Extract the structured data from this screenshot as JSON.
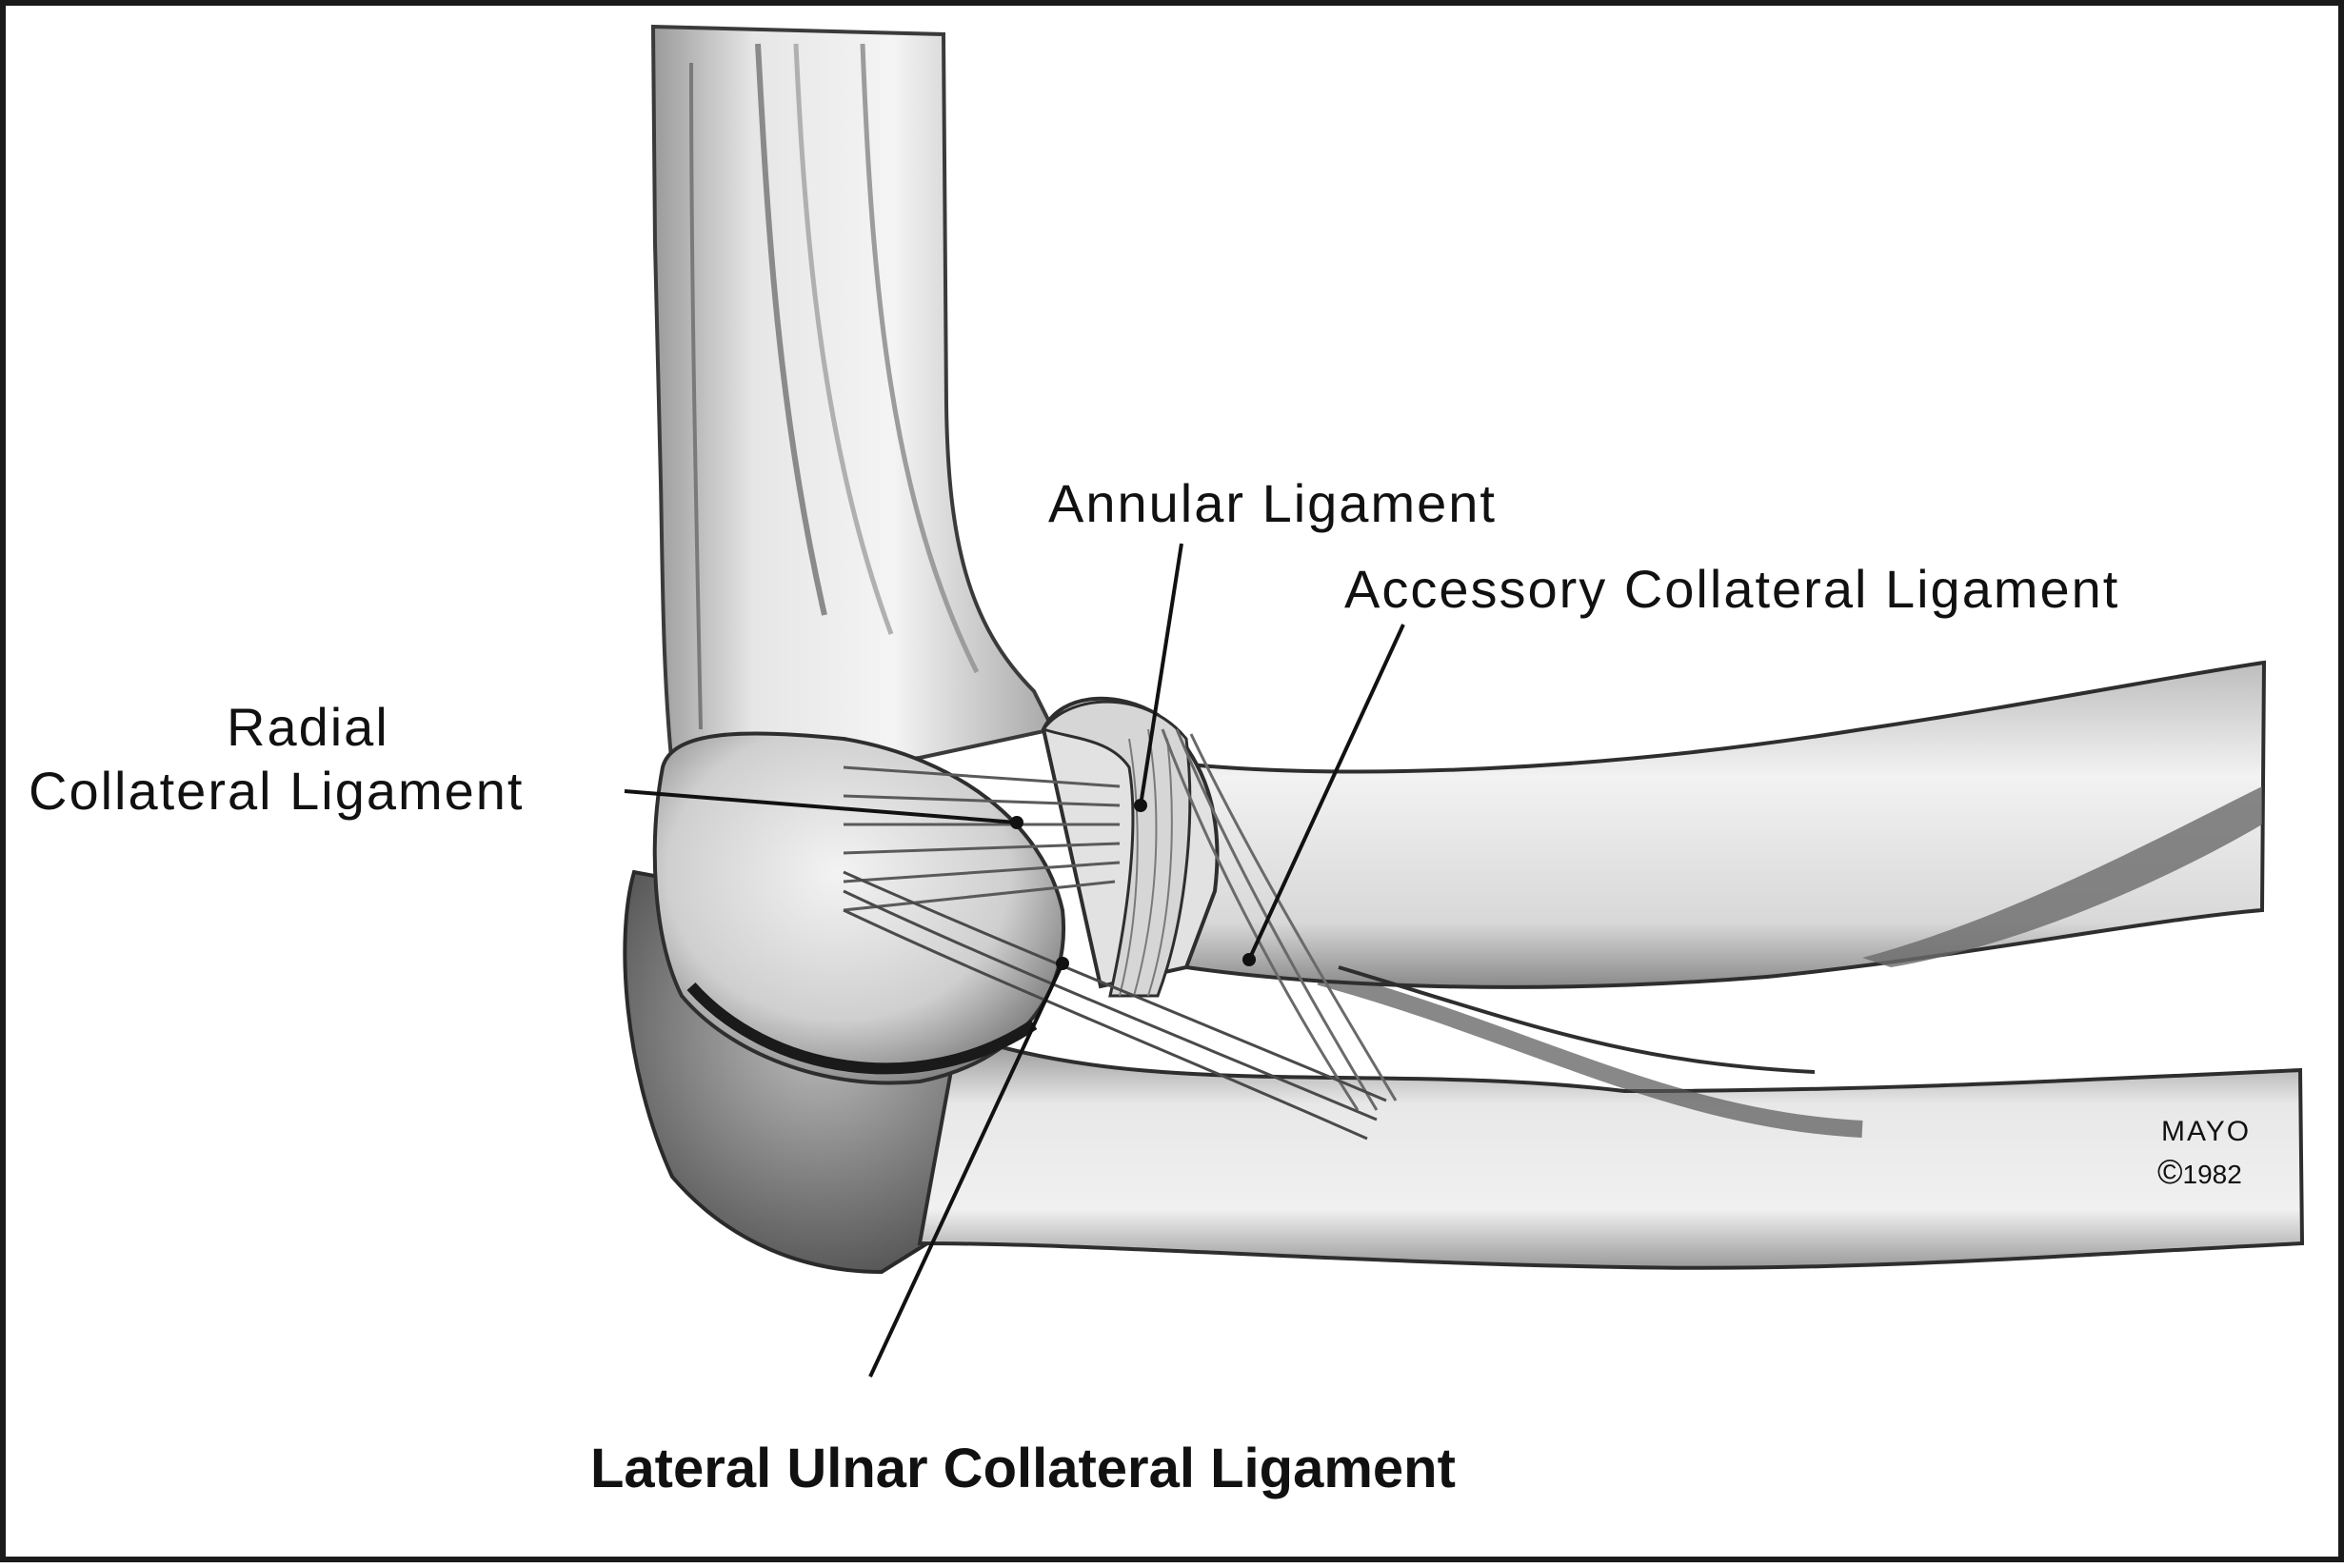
{
  "labels": {
    "annular": "Annular Ligament",
    "accessory": "Accessory Collateral Ligament",
    "radial_line1": "Radial",
    "radial_line2": "Collateral Ligament",
    "lateral_ulnar": "Lateral Ulnar Collateral Ligament"
  },
  "signature": {
    "name": "MAYO",
    "copyright_symbol": "©",
    "year": "1982"
  },
  "colors": {
    "ink": "#111111",
    "bone_light": "#f2f2f2",
    "bone_mid": "#c9c9c9",
    "bone_dark": "#6e6e6e",
    "frame": "#1a1a1a"
  }
}
